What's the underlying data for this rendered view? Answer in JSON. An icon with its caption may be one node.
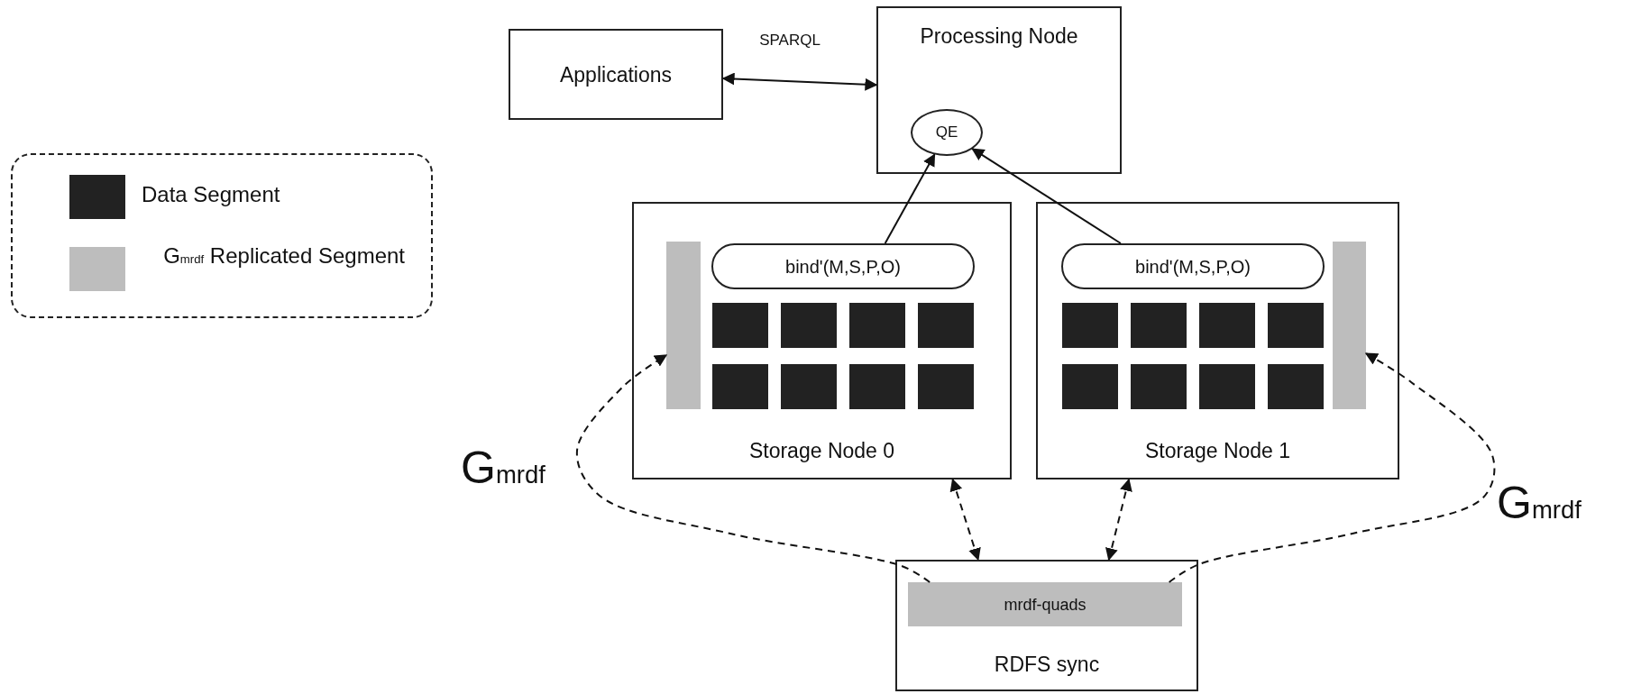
{
  "diagram": {
    "nodes": [
      {
        "text": [
          "Applications"
        ]
      },
      {
        "text": [
          "Processing Node"
        ]
      },
      {
        "text": [
          "QE"
        ],
        "in": 1
      },
      {
        "text": [
          "Storage Node 0"
        ]
      },
      {
        "text": [
          "bind'(M,S,P,O)"
        ],
        "in": 3
      },
      {
        "text": [],
        "shape": "bar",
        "in": 3
      },
      {
        "text": [
          "Storage Node 1"
        ]
      },
      {
        "text": [
          "bind'(M,S,P,O)"
        ],
        "in": 6
      },
      {
        "text": [],
        "shape": "bar",
        "in": 6
      },
      {
        "text": [
          "RDFS sync"
        ]
      },
      {
        "text": [
          "mrdf-quads"
        ],
        "in": 9
      }
    ],
    "edges": [
      {
        "from": 0,
        "to": 1,
        "arrow": "both",
        "label": "SPARQL"
      },
      {
        "from": 4,
        "to": 2,
        "arrow": "to"
      },
      {
        "from": 7,
        "to": 2,
        "arrow": "to"
      },
      {
        "from": 10,
        "to": 5,
        "arrow": "to",
        "style": "dashed",
        "label": "G$_{mrdf}$"
      },
      {
        "from": 10,
        "to": 8,
        "arrow": "to",
        "style": "dashed",
        "label": "G$_{mrdf}$"
      },
      {
        "from": 3,
        "to": 9,
        "arrow": "both",
        "style": "dashed"
      },
      {
        "from": 6,
        "to": 9,
        "arrow": "both",
        "style": "dashed"
      }
    ],
    "legend": [
      {
        "text": "Data Segment",
        "color": "#222222"
      },
      {
        "text": "G$_{mrdf}$ Replicated Segment",
        "color": "#bdbdbd"
      }
    ]
  }
}
